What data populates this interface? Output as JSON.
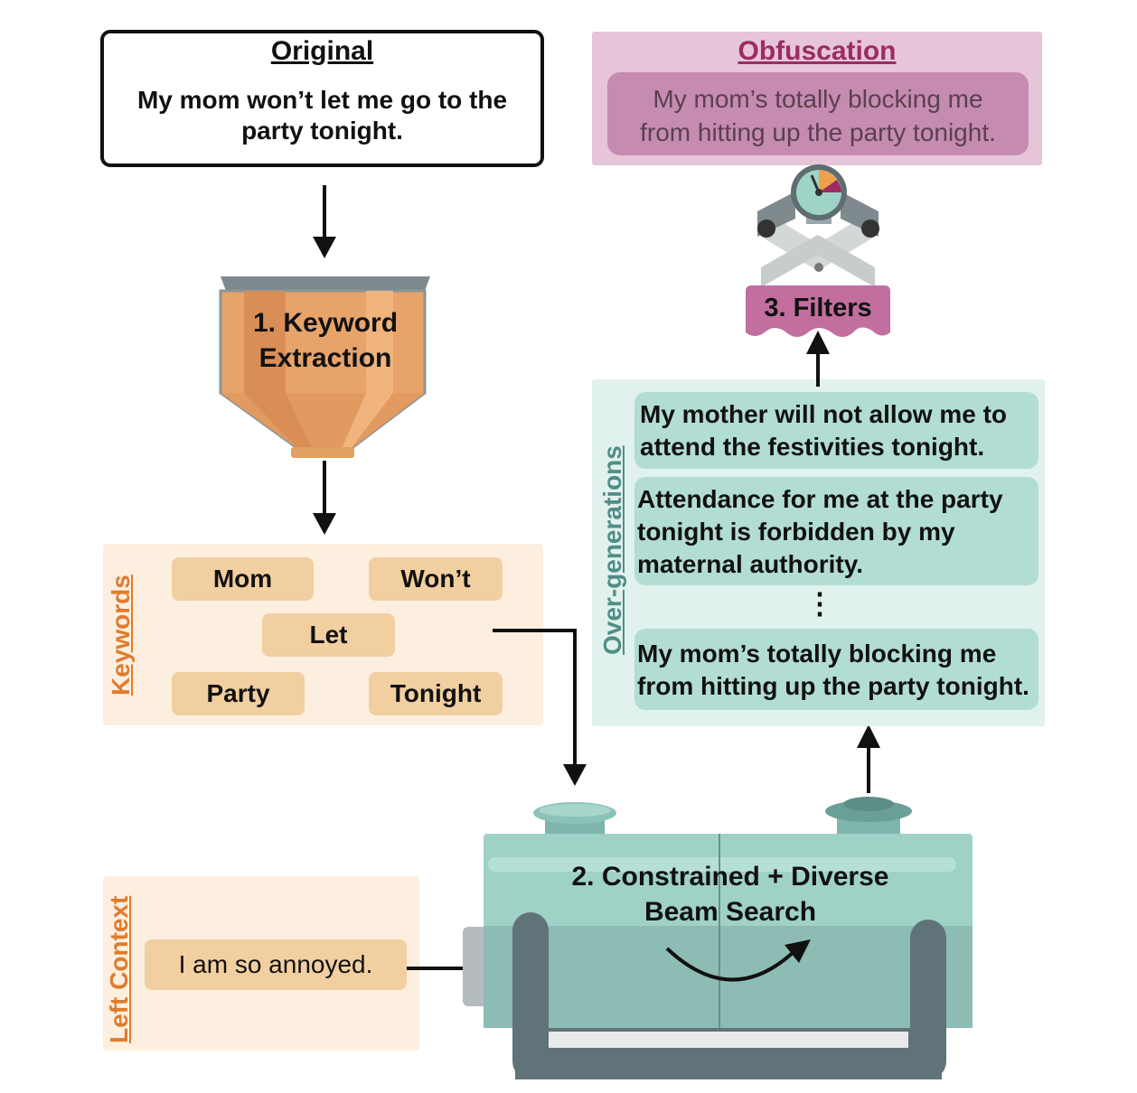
{
  "original": {
    "title": "Original",
    "text_line1": "My mom won’t let me go to the",
    "text_line2": "party tonight."
  },
  "obfuscation": {
    "title": "Obfuscation",
    "text_line1": "My mom’s totally blocking me",
    "text_line2": "from hitting up the party tonight."
  },
  "step1": {
    "line1": "1. Keyword",
    "line2": "Extraction"
  },
  "keywords": {
    "label": "Keywords",
    "items": [
      "Mom",
      "Won’t",
      "Let",
      "Party",
      "Tonight"
    ]
  },
  "left_context": {
    "label": "Left Context",
    "text": "I am so annoyed."
  },
  "step2": {
    "line1": "2. Constrained + Diverse",
    "line2": "Beam Search"
  },
  "step3": {
    "label": "3. Filters"
  },
  "overgenerations": {
    "label": "Over-generations",
    "items": [
      {
        "line1": "My mother will not allow me to",
        "line2": "attend the festivities tonight."
      },
      {
        "line1": "Attendance for me at the party",
        "line2": "tonight is forbidden by my",
        "line3": "maternal authority."
      },
      {
        "line1": "My mom’s totally blocking me",
        "line2": "from hitting up the party tonight."
      }
    ],
    "ellipsis": "⋮"
  },
  "colors": {
    "keywords_bg": "#fcefdf",
    "chip": "#f2cfa0",
    "orange_label": "#e07b2e",
    "teal_bg": "#e1f1ed",
    "teal_chip": "#b2ddd3",
    "teal_label": "#4f8e86",
    "obf_bg": "#e6c5d8",
    "obf_chip": "#c68bb0",
    "obf_title": "#9c2c62",
    "filter": "#c26e9f"
  }
}
